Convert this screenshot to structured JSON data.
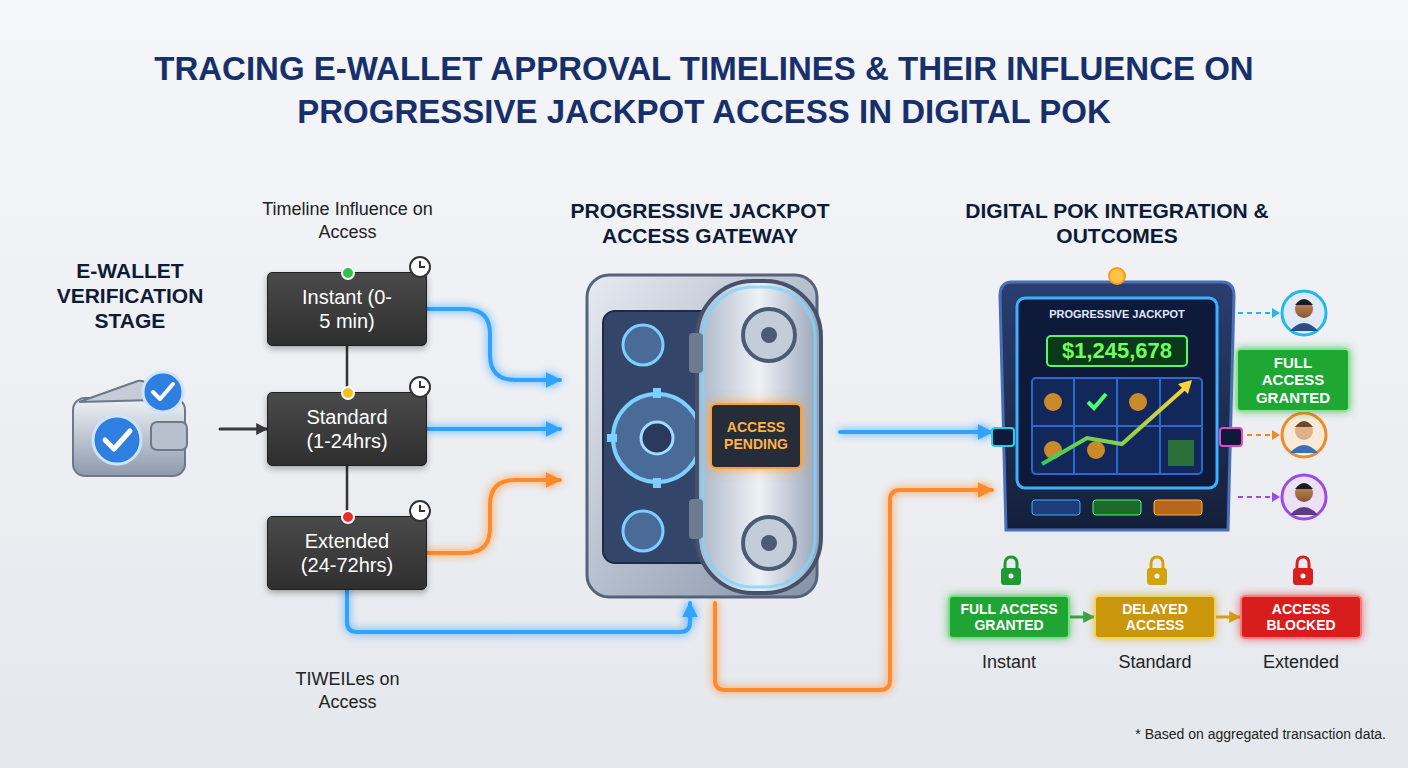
{
  "diagram": {
    "title": "TRACING E-WALLET APPROVAL TIMELINES & THEIR INFLUENCE ON PROGRESSIVE JACKPOT ACCESS IN DIGITAL POK",
    "caption": "* Based on aggregated transaction data.",
    "nodes": [
      {
        "text": [
          "E-WALLET VERIFICATION STAGE"
        ]
      },
      {
        "text": [
          "Instant (0-5 min)"
        ]
      },
      {
        "text": [
          "Standard (1-24hrs)"
        ]
      },
      {
        "text": [
          "Extended (24-72hrs)"
        ]
      },
      {
        "text": [
          "PROGRESSIVE JACKPOT ACCESS GATEWAY"
        ]
      },
      {
        "text": [
          "ACCESS PENDING"
        ],
        "in": 4
      },
      {
        "text": [
          "DIGITAL POK INTEGRATION & OUTCOMES",
          "PROGRESSIVE JACKPOT",
          "$1,245,678"
        ]
      },
      {
        "text": [
          "FULL ACCESS GRANTED"
        ]
      },
      {
        "text": [
          "FULL ACCESS GRANTED",
          "Instant"
        ]
      },
      {
        "text": [
          "DELAYED ACCESS",
          "Standard"
        ]
      },
      {
        "text": [
          "ACCESS BLOCKED",
          "Extended"
        ]
      }
    ],
    "edges": [
      {
        "from": 0,
        "to": 2,
        "arrow": "to"
      },
      {
        "from": 1,
        "to": 2,
        "arrow": "none"
      },
      {
        "from": 2,
        "to": 3,
        "arrow": "none"
      },
      {
        "from": 1,
        "to": 4,
        "arrow": "to"
      },
      {
        "from": 2,
        "to": 4,
        "arrow": "to"
      },
      {
        "from": 3,
        "to": 4,
        "arrow": "to"
      },
      {
        "from": 3,
        "to": 4,
        "arrow": "to"
      },
      {
        "from": 4,
        "to": 6,
        "arrow": "to"
      },
      {
        "from": 4,
        "to": 6,
        "arrow": "to"
      },
      {
        "from": 8,
        "to": 9,
        "arrow": "to"
      },
      {
        "from": 9,
        "to": 10,
        "arrow": "to"
      }
    ],
    "labels": [
      "Timeline Influence on Access",
      "TIWEILes on Access"
    ]
  }
}
